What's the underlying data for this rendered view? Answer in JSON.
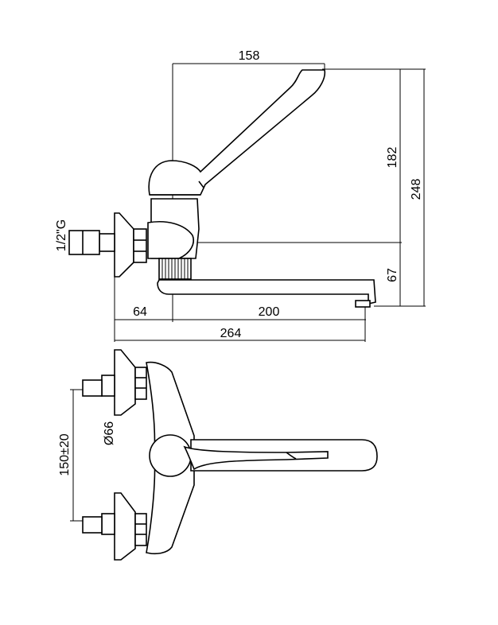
{
  "dimensions": {
    "handle_reach": "158",
    "handle_height": "182",
    "total_height": "248",
    "spout_height": "67",
    "wall_offset": "64",
    "spout_reach": "200",
    "total_reach": "264",
    "thread": "1/2\"G",
    "rosette_diameter": "Ø66",
    "centers": "150±20"
  },
  "colors": {
    "line": "#000000",
    "background": "#ffffff"
  }
}
